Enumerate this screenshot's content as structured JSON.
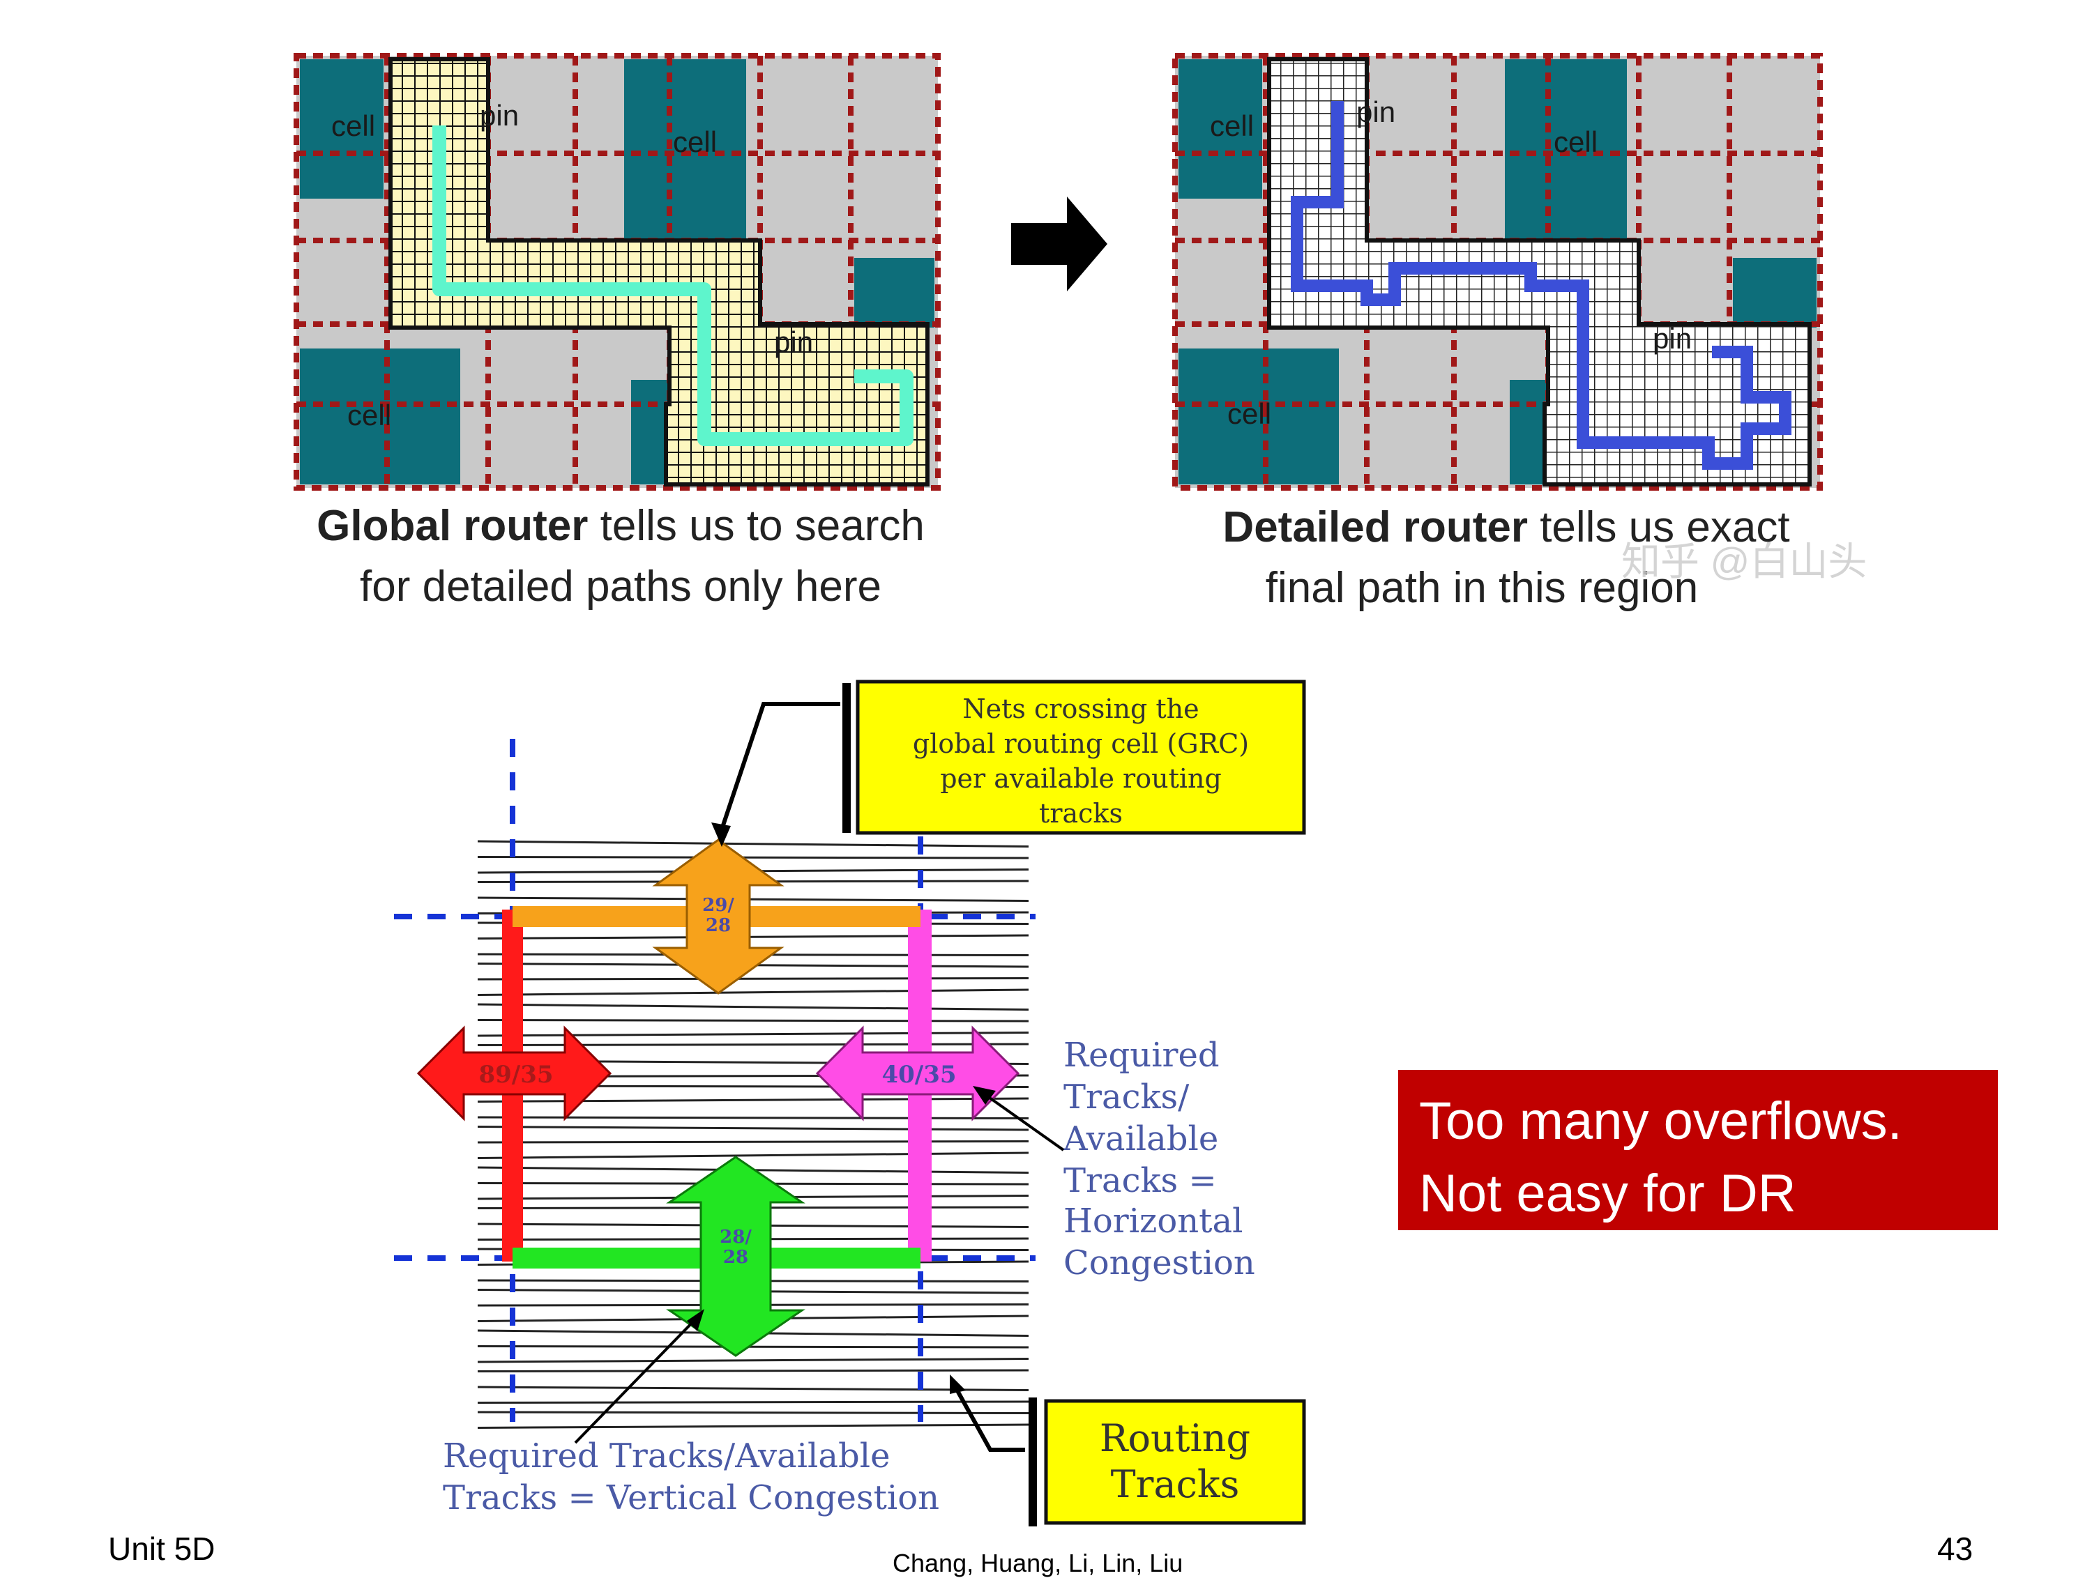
{
  "global_panel": {
    "labels": {
      "cell_tl": "cell",
      "pin_top": "pin",
      "cell_tr": "cell",
      "pin_right": "pin",
      "cell_bl": "cell"
    },
    "caption_bold": "Global router",
    "caption_rest1": " tells us to search",
    "caption_line2": "for detailed paths only here"
  },
  "detailed_panel": {
    "labels": {
      "cell_tl": "cell",
      "pin_top": "pin",
      "cell_tr": "cell",
      "pin_right": "pin",
      "cell_bl": "cell"
    },
    "caption_bold": "Detailed router",
    "caption_rest1": " tells us exact",
    "caption_line2": "final path in this region",
    "watermark": "知乎 @白山头"
  },
  "congestion": {
    "callout_nets": [
      "Nets crossing the",
      "global routing cell (GRC)",
      "per available routing",
      "tracks"
    ],
    "arrow_top": [
      "29/",
      "28"
    ],
    "arrow_left": "89/35",
    "arrow_right": "40/35",
    "arrow_bottom": [
      "28/",
      "28"
    ],
    "horizontal_label": [
      "Required",
      "Tracks/",
      "Available",
      "Tracks =",
      "Horizontal",
      "Congestion"
    ],
    "vertical_label": [
      "Required Tracks/Available",
      "Tracks = Vertical Congestion"
    ],
    "routing_tracks": [
      "Routing",
      "Tracks"
    ]
  },
  "note": [
    "Too many overflows.",
    "Not easy for DR"
  ],
  "footer": {
    "left": "Unit 5D",
    "center": "Chang, Huang, Li, Lin, Liu",
    "right": "43"
  },
  "colors": {
    "cell_teal": "#0d6e7a",
    "grid_gray": "#c9c9c9",
    "dashed_red": "#a01818",
    "region_yellow": "#fdf7c0",
    "path_cyan": "#5ef5cc",
    "path_blue": "#3b4fd8",
    "callout_yellow": "#ffff00",
    "arrow_orange": "#f7a21b",
    "arrow_red": "#ff1a1a",
    "arrow_magenta": "#ff4de6",
    "arrow_green": "#22e622",
    "label_blue": "#4a5aa6",
    "note_red": "#c00000"
  }
}
